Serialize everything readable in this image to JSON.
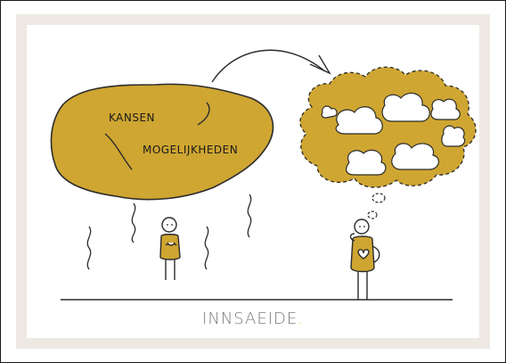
{
  "illustration": {
    "left_blob_words": [
      "KANSEN",
      "MOGELIJKHEDEN"
    ],
    "brand": {
      "name": "INNSAEIDE",
      "dot": "."
    },
    "colors": {
      "blob": "#cfa632",
      "blob_outline": "#2b2b2b",
      "card_border": "#ede9e2",
      "ground_line": "#2b2b2b",
      "brand_text": "#7a7a7a",
      "brand_dot": "#f2c200"
    }
  }
}
